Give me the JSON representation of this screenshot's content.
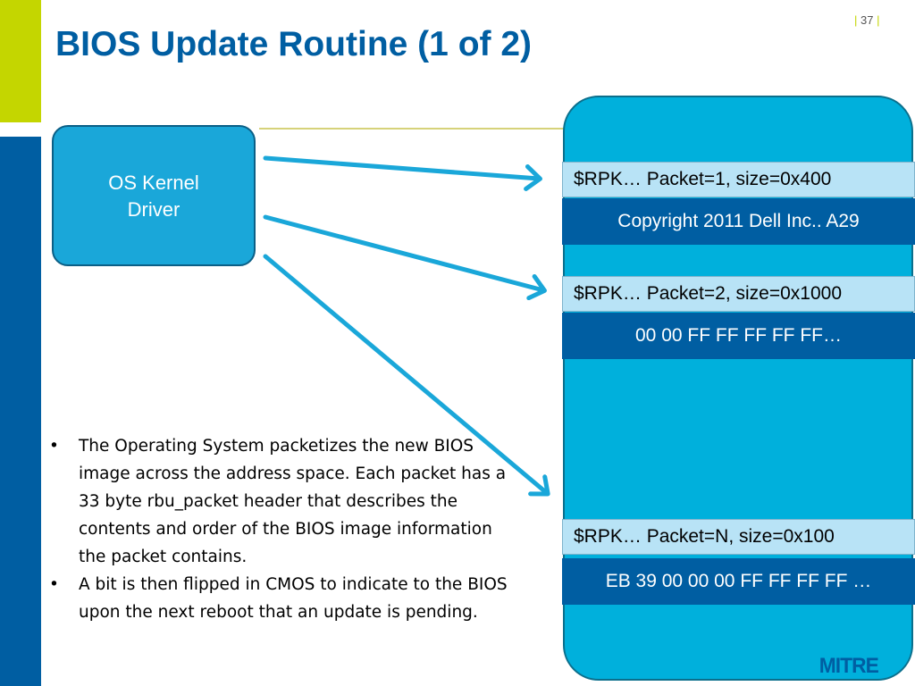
{
  "slide": {
    "number": "37",
    "title": "BIOS Update Routine (1 of 2)"
  },
  "driver": {
    "line1": "OS Kernel",
    "line2": "Driver"
  },
  "packets": [
    {
      "header": "$RPK… Packet=1, size=0x400",
      "data": "Copyright 2011 Dell Inc.. A29"
    },
    {
      "header": "$RPK… Packet=2, size=0x1000",
      "data": "00 00 FF FF FF FF FF…"
    },
    {
      "header": "$RPK… Packet=N, size=0x100",
      "data": "EB 39 00 00 00 FF FF FF FF …"
    }
  ],
  "bullets": [
    "The Operating System packetizes the new BIOS image across the address space. Each packet has a 33 byte rbu_packet header that describes the contents and order of the BIOS image information the packet contains.",
    "A bit is then flipped in CMOS to indicate to the BIOS upon the next reboot that an update is pending."
  ],
  "logo": "MITRE",
  "colors": {
    "title": "#005ea2",
    "accent_green": "#c4d600",
    "box": "#1aa7d9",
    "arrow": "#1aa7d9",
    "data_row": "#005ea2",
    "header_row": "#b8e3f6"
  }
}
